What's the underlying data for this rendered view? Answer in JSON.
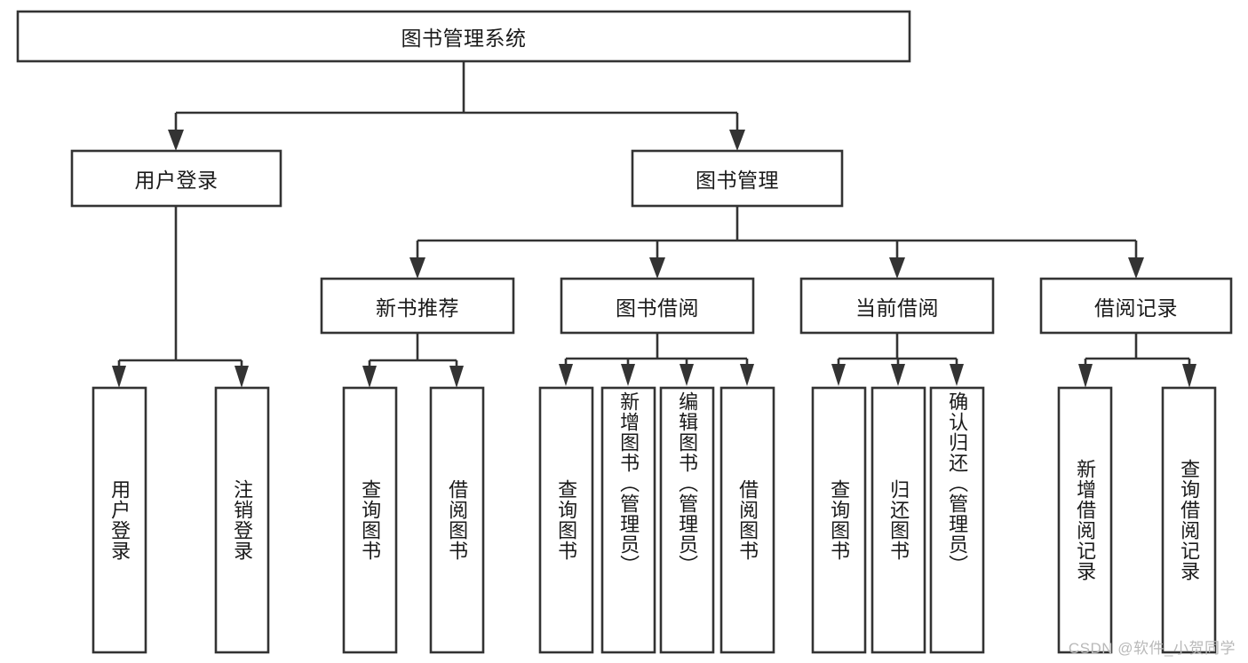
{
  "diagram": {
    "title": "图书管理系统",
    "type": "tree-hierarchy",
    "root": {
      "label": "图书管理系统",
      "orientation": "horizontal"
    },
    "level2": [
      {
        "label": "用户登录",
        "orientation": "horizontal"
      },
      {
        "label": "图书管理",
        "orientation": "horizontal"
      }
    ],
    "level3": [
      {
        "label": "新书推荐",
        "orientation": "horizontal"
      },
      {
        "label": "图书借阅",
        "orientation": "horizontal"
      },
      {
        "label": "当前借阅",
        "orientation": "horizontal"
      },
      {
        "label": "借阅记录",
        "orientation": "horizontal"
      }
    ],
    "leaves_user_login": [
      {
        "label": "用户登录",
        "orientation": "vertical"
      },
      {
        "label": "注销登录",
        "orientation": "vertical"
      }
    ],
    "leaves_new_book": [
      {
        "label": "查询图书",
        "orientation": "vertical"
      },
      {
        "label": "借阅图书",
        "orientation": "vertical"
      }
    ],
    "leaves_borrow": [
      {
        "label": "查询图书",
        "orientation": "vertical"
      },
      {
        "label": "新增图书（管理员）",
        "orientation": "vertical"
      },
      {
        "label": "编辑图书（管理员）",
        "orientation": "vertical"
      },
      {
        "label": "借阅图书",
        "orientation": "vertical"
      }
    ],
    "leaves_current": [
      {
        "label": "查询图书",
        "orientation": "vertical"
      },
      {
        "label": "归还图书",
        "orientation": "vertical"
      },
      {
        "label": "确认归还（管理员）",
        "orientation": "vertical"
      }
    ],
    "leaves_records": [
      {
        "label": "新增借阅记录",
        "orientation": "vertical"
      },
      {
        "label": "查询借阅记录",
        "orientation": "vertical"
      }
    ]
  },
  "watermark": {
    "text": "CSDN @软件_小贺同学"
  },
  "colors": {
    "box_stroke": "#333333",
    "box_fill": "#ffffff",
    "text": "#1a1a1a",
    "watermark": "#b9b9b9",
    "background": "#ffffff"
  }
}
